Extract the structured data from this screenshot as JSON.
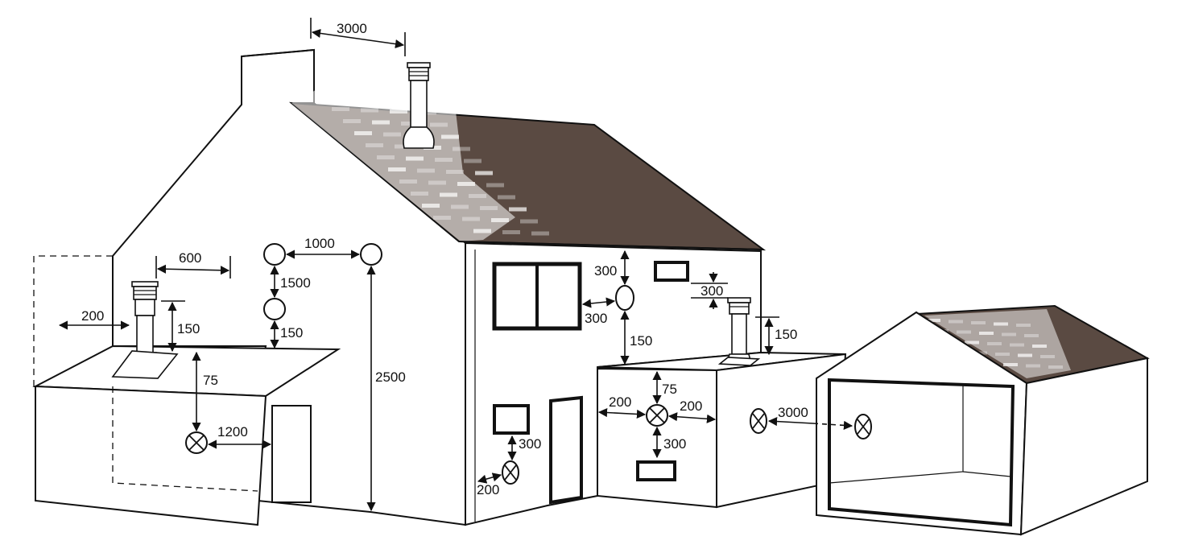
{
  "colors": {
    "roof": "#5a4a42",
    "roof_light": "#ffffff",
    "line": "#111111",
    "background": "#ffffff"
  },
  "icons": {
    "terminal_open": "circle",
    "terminal_fan": "circle-with-cross",
    "vertical_flue": "roof-flue-terminal"
  },
  "dimensions": {
    "ridge_spacing": "3000",
    "gable_flue_offset": "600",
    "corner_left": "200",
    "flat_roof_flue_height": "150",
    "flat_roof_clearance_low": "75",
    "door_gap_left": "1200",
    "terminal_horizontal": "1000",
    "terminal_vertical": "1500",
    "terminal_above_roof": "150",
    "height_to_ground": "2500",
    "eaves_gap": "300",
    "window_gap": "300",
    "below_terminal": "150",
    "vent_offset": "300",
    "flue_right_height": "150",
    "ext_top": "75",
    "ext_left": "200",
    "ext_right": "200",
    "ext_bottom": "300",
    "window_below": "300",
    "corner_bottom": "200",
    "garage_gap": "3000"
  }
}
